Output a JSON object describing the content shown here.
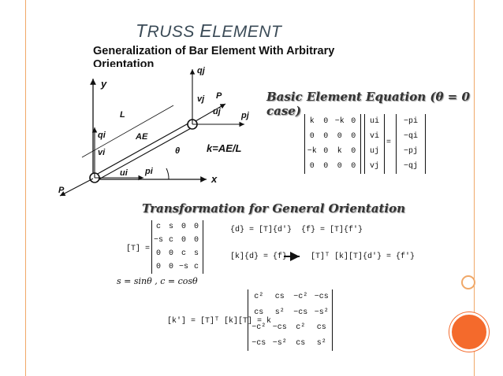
{
  "slide": {
    "title_first_cap": "T",
    "title_first_rest": "RUSS",
    "title_second_cap": "E",
    "title_second_rest": "LEMENT",
    "subtitle": "Generalization of Bar Element With Arbitrary Orientation"
  },
  "diagram": {
    "labels": {
      "y": "y",
      "x": "x",
      "qj": "qj",
      "vj": "vj",
      "P_top": "P",
      "uj": "uj",
      "pj": "pj",
      "L": "L",
      "AE": "AE",
      "qi": "qi",
      "vi": "vi",
      "theta": "θ",
      "k_eq": "k=AE/L",
      "ui": "ui",
      "pi": "pi",
      "P_bottom": "P"
    }
  },
  "basic": {
    "header": "Basic Element Equation (θ = 0 case)",
    "k_matrix": [
      "k",
      "0",
      "−k",
      "0",
      "0",
      "0",
      "0",
      "0",
      "−k",
      "0",
      "k",
      "0",
      "0",
      "0",
      "0",
      "0"
    ],
    "u_vector": [
      "ui",
      "vi",
      "uj",
      "vj"
    ],
    "equals": "=",
    "p_vector": [
      "−pi",
      "−qi",
      "−pj",
      "−qj"
    ]
  },
  "transform": {
    "header": "Transformation for General Orientation",
    "T_label": "[T] =",
    "T_matrix": [
      "c",
      "s",
      "0",
      "0",
      "−s",
      "c",
      "0",
      "0",
      "0",
      "0",
      "c",
      "s",
      "0",
      "0",
      "−s",
      "c"
    ],
    "eq_d": "{d} = [T]{d'}",
    "eq_f": "{f} = [T]{f'}",
    "eq_kd": "[k]{d} = {f}",
    "eq_result": "[T]ᵀ [k][T]{d'} = {f'}",
    "sc_def": "s = sinθ , c = cosθ",
    "kprime_label": "[k'] = [T]ᵀ [k][T] = k",
    "kprime_matrix": [
      "c²",
      "cs",
      "−c²",
      "−cs",
      "cs",
      "s²",
      "−cs",
      "−s²",
      "−c²",
      "−cs",
      "c²",
      "cs",
      "−cs",
      "−s²",
      "cs",
      "s²"
    ]
  }
}
